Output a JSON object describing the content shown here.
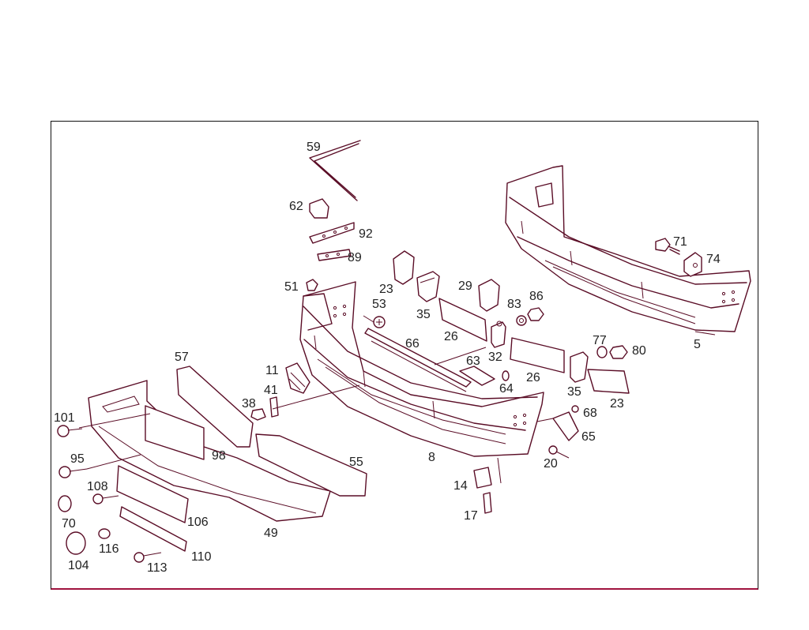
{
  "callouts": {
    "c59": "59",
    "c62": "62",
    "c92": "92",
    "c89": "89",
    "c51": "51",
    "c53": "53",
    "c23a": "23",
    "c35a": "35",
    "c29": "29",
    "c83": "83",
    "c86": "86",
    "c26a": "26",
    "c66": "66",
    "c32": "32",
    "c63": "63",
    "c64": "64",
    "c26b": "26",
    "c35b": "35",
    "c23b": "23",
    "c77": "77",
    "c80": "80",
    "c71": "71",
    "c74": "74",
    "c5": "5",
    "c57": "57",
    "c11": "11",
    "c41": "41",
    "c38": "38",
    "c101": "101",
    "c95": "95",
    "c108": "108",
    "c70": "70",
    "c116": "116",
    "c104": "104",
    "c113": "113",
    "c110": "110",
    "c106": "106",
    "c49": "49",
    "c98": "98",
    "c55": "55",
    "c8": "8",
    "c14": "14",
    "c17": "17",
    "c20": "20",
    "c68": "68",
    "c65": "65"
  },
  "colors": {
    "line": "#5a0d26",
    "frame_bottom": "#a0123e",
    "text": "#222222"
  }
}
